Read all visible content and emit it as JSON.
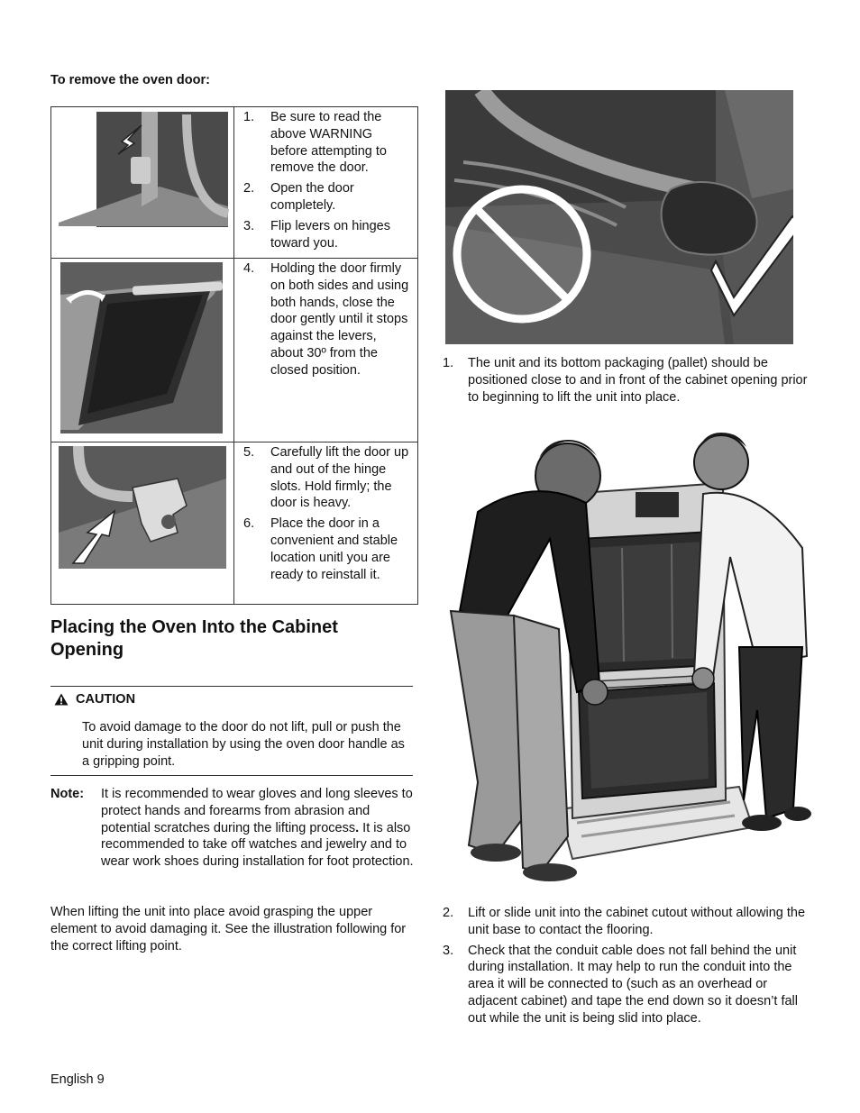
{
  "section_heading": "To remove the oven door:",
  "steps_table": [
    {
      "steps": [
        {
          "num": "1.",
          "text": "Be sure to read the above WARNING before attempting to remove the door."
        },
        {
          "num": "2.",
          "text": "Open the door completely."
        },
        {
          "num": "3.",
          "text": "Flip levers on hinges toward you."
        }
      ]
    },
    {
      "steps": [
        {
          "num": "4.",
          "text": "Holding the door firmly on both sides and using both hands, close the door gently until it stops against the levers, about 30º from the closed position."
        }
      ]
    },
    {
      "steps": [
        {
          "num": "5.",
          "text": "Carefully lift the door up and out of the hinge slots. Hold firmly; the door is heavy."
        },
        {
          "num": "6.",
          "text": "Place the door in a convenient and stable location unitl you are ready to reinstall it."
        }
      ]
    }
  ],
  "heading": "Placing the Oven Into the Cabinet Opening",
  "caution": {
    "title": "CAUTION",
    "body": "To avoid damage to the door do not lift, pull or push the unit during installation by using the oven door handle as a gripping point."
  },
  "note": {
    "label": "Note:",
    "body_part1": "It is recommended to wear gloves and long sleeves to protect hands and forearms from abrasion and potential scratches during the lifting process",
    "body_period": ".",
    "body_part2": " It is also recommended to take off watches and jewelry and to wear work shoes during installation for foot protection."
  },
  "paragraph": "When lifting the unit into place avoid grasping the upper element to avoid damaging it. See the illustration following for the correct lifting point.",
  "right_steps_top": [
    {
      "num": "1.",
      "text": "The unit and its bottom packaging (pallet) should be positioned close to and in front of the cabinet opening prior to beginning to lift the unit into place."
    }
  ],
  "right_steps_bottom": [
    {
      "num": "2.",
      "text": "Lift or slide unit into the cabinet cutout without allowing the unit base to contact the flooring."
    },
    {
      "num": "3.",
      "text": "Check that the conduit cable does not fall behind the unit during installation. It may help to run the conduit into the area it will be connected to (such as an overhead or adjacent cabinet) and tape the end down so it doesn’t fall out while the unit is being slid into place."
    }
  ],
  "footer": "English 9",
  "colors": {
    "illustration_dark": "#3a3a3a",
    "illustration_mid": "#777777",
    "illustration_light": "#cfcfcf"
  }
}
